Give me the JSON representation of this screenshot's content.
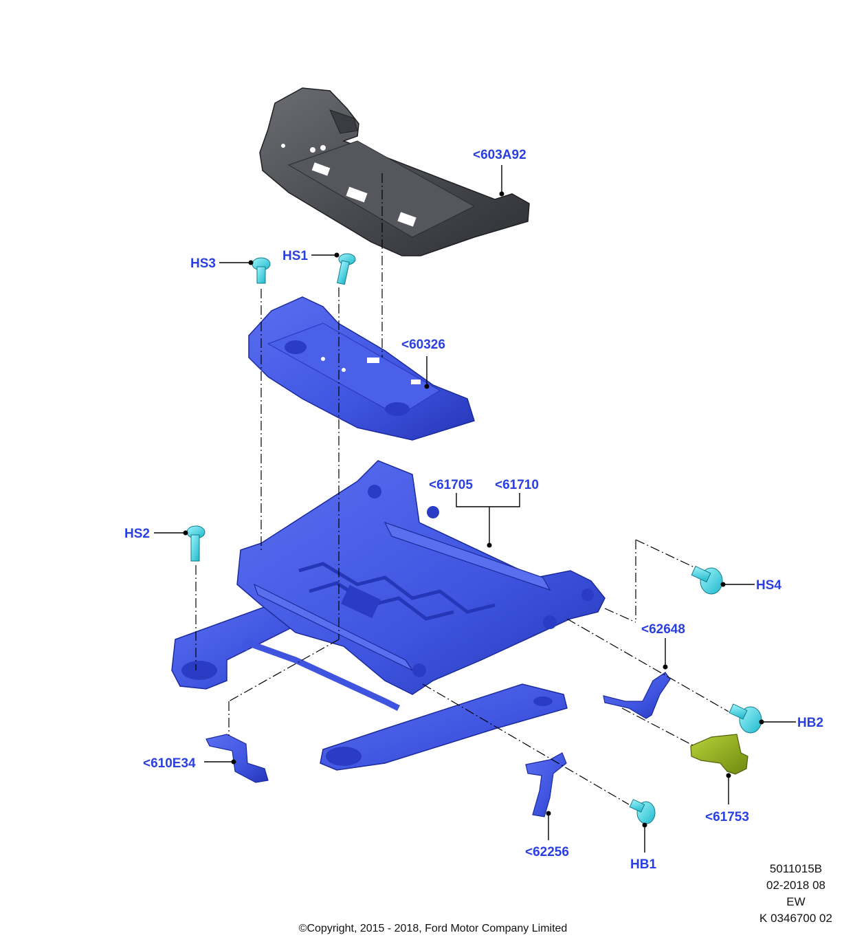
{
  "diagram": {
    "callouts": {
      "c603A92": "<603A92",
      "c60326": "<60326",
      "c61705": "<61705",
      "c61710": "<61710",
      "c62648": "<62648",
      "c610E34": "<610E34",
      "c62256": "<62256",
      "c61753": "<61753",
      "HS1": "HS1",
      "HS2": "HS2",
      "HS3": "HS3",
      "HS4": "HS4",
      "HB1": "HB1",
      "HB2": "HB2"
    },
    "colors": {
      "frame_blue": "#3f55e0",
      "frame_dark": "#2536b8",
      "pan_gray": "#4d4f55",
      "bolt_cyan": "#36d6e8",
      "cover_green": "#8fae1f",
      "label_blue": "#2a3fe0"
    }
  },
  "meta": {
    "line1": "5011015B",
    "line2": "02-2018 08",
    "line3": "EW",
    "line4": "K 0346700 02"
  },
  "copyright": "©Copyright, 2015 - 2018, Ford Motor Company Limited"
}
